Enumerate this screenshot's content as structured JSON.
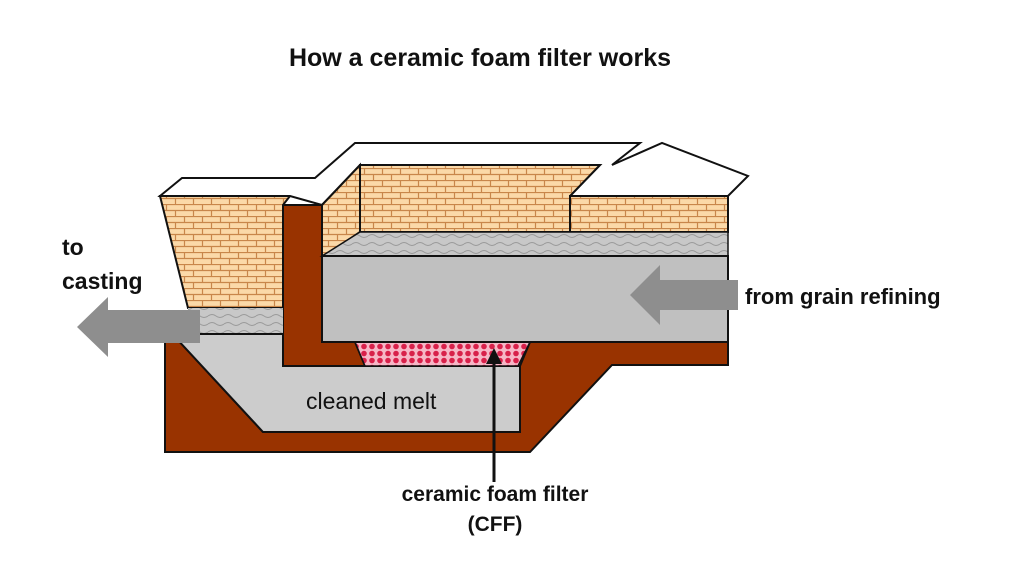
{
  "title": "How a ceramic foam filter works",
  "labels": {
    "outlet_line1": "to",
    "outlet_line2": "casting",
    "inlet": "from grain refining",
    "chamber": "cleaned melt",
    "filter_line1": "ceramic foam filter",
    "filter_line2": "(CFF)"
  },
  "colors": {
    "refractory": "#993300",
    "melt": "#c0c0c0",
    "melt_light": "#cccccc",
    "brick": "#fbd9a8",
    "brick_mortar": "#c8864a",
    "filter": "#e0305a",
    "arrow": "#8e8e8e",
    "outline": "#111111"
  }
}
